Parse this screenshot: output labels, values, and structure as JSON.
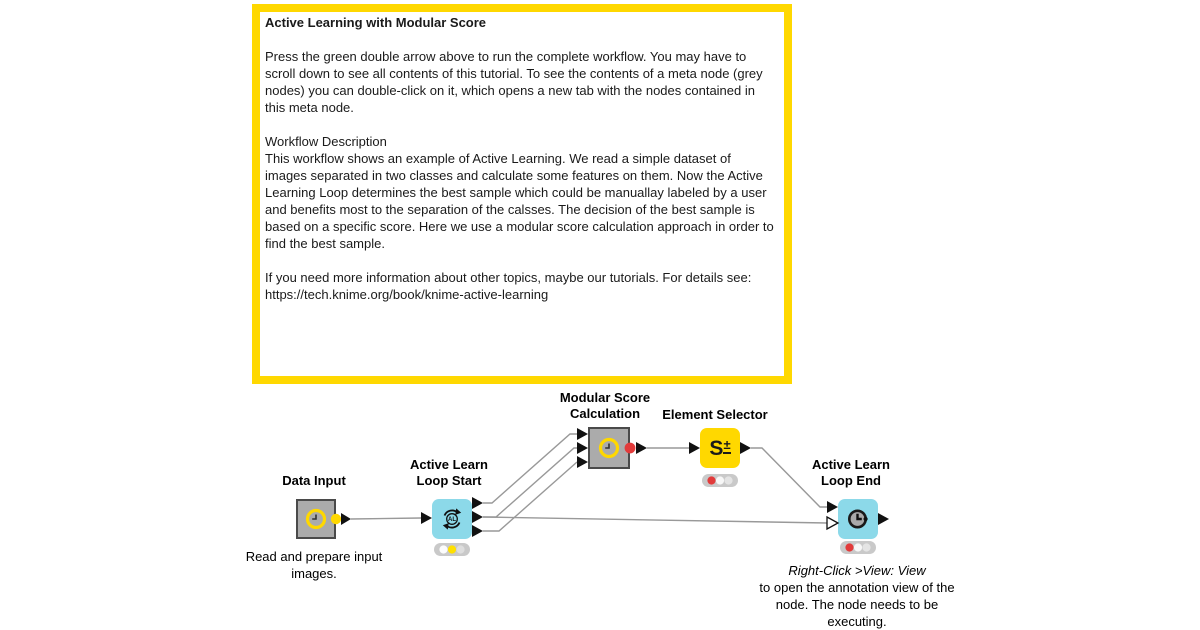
{
  "annotation": {
    "title": "Active Learning with Modular Score",
    "para_intro": "Press the green double arrow above to run the complete workflow. You may have to scroll down to see all contents of this tutorial. To see the contents of a meta node (grey nodes) you can double-click on it, which opens a new tab with the nodes contained in this meta node.",
    "section_heading": "Workflow Description",
    "para_description": "This workflow shows an example of Active Learning. We read a simple dataset of images separated in two classes and calculate some features on them. Now the Active Learning Loop determines the best sample which could be manuallay labeled by a user and benefits most to the separation of the calsses. The decision of the best sample is based on a specific score. Here we use a modular score calculation approach in order to find the best sample.",
    "para_more_info": "If you need more information about other topics, maybe our tutorials. For details see: https://tech.knime.org/book/knime-active-learning",
    "border_color": "#FFD800"
  },
  "workflow": {
    "connection_color": "#999999",
    "nodes": {
      "data_input": {
        "label": "Data Input",
        "caption": "Read and prepare input images.",
        "fill": "#ABABAB",
        "out_port_color": "#FFD800"
      },
      "loop_start": {
        "label": "Active Learn Loop Start",
        "icon_text": "AL",
        "fill": "#8CD9E9",
        "lights": [
          "#FCFCFC",
          "#FFE000",
          "#DEDEDE"
        ]
      },
      "score_calc": {
        "label": "Modular Score Calculation",
        "fill": "#ABABAB",
        "out_port_color": "#E23B3B"
      },
      "element_selector": {
        "label": "Element Selector",
        "glyph_main": "S",
        "glyph_sub": "±",
        "fill": "#FFD800",
        "lights": [
          "#E23B3B",
          "#F7F7F7",
          "#E4E4E4"
        ]
      },
      "loop_end": {
        "label": "Active Learn Loop End",
        "fill": "#8CD9E9",
        "lights": [
          "#E23B3B",
          "#F7F7F7",
          "#E4E4E4"
        ],
        "note_line1": "Right-Click >View: View",
        "note_rest": "to open the annotation view of the node. The node needs to be executing."
      }
    }
  }
}
